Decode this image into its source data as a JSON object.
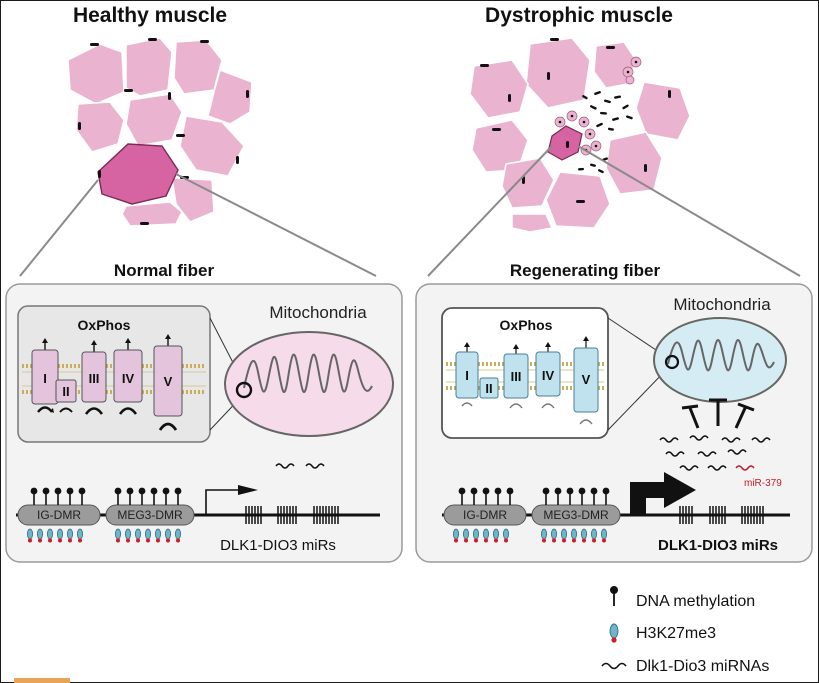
{
  "panels": {
    "left": {
      "title": "Healthy muscle",
      "subtitle": "Normal fiber",
      "mito_label": "Mitochondria",
      "oxphos_label": "OxPhos",
      "complexes": [
        "I",
        "II",
        "III",
        "IV",
        "V"
      ],
      "dmr_labels": [
        "IG-DMR",
        "MEG3-DMR"
      ],
      "gene_label": "DLK1-DIO3 miRs"
    },
    "right": {
      "title": "Dystrophic muscle",
      "subtitle": "Regenerating fiber",
      "mito_label": "Mitochondria",
      "oxphos_label": "OxPhos",
      "complexes": [
        "I",
        "II",
        "III",
        "IV",
        "V"
      ],
      "dmr_labels": [
        "IG-DMR",
        "MEG3-DMR"
      ],
      "gene_label": "DLK1-DIO3 miRs",
      "mir_label": "miR-379"
    }
  },
  "legend": {
    "items": [
      {
        "label": "DNA methylation",
        "icon": "lollipop-icon"
      },
      {
        "label": "H3K27me3",
        "icon": "histone-mark-icon"
      },
      {
        "label": "Dlk1-Dio3 miRNAs",
        "icon": "wavy-mirna-icon"
      }
    ]
  },
  "colors": {
    "fiber_pink": "#eab3cf",
    "fiber_highlight": "#d664a2",
    "oxphos_pink": "#e4c4dc",
    "oxphos_blue": "#bfe2ee",
    "mito_pink": "#f6dcea",
    "mito_blue": "#d6ecf4",
    "mir_red": "#c0202a",
    "panel_border": "#9a9a9a"
  }
}
